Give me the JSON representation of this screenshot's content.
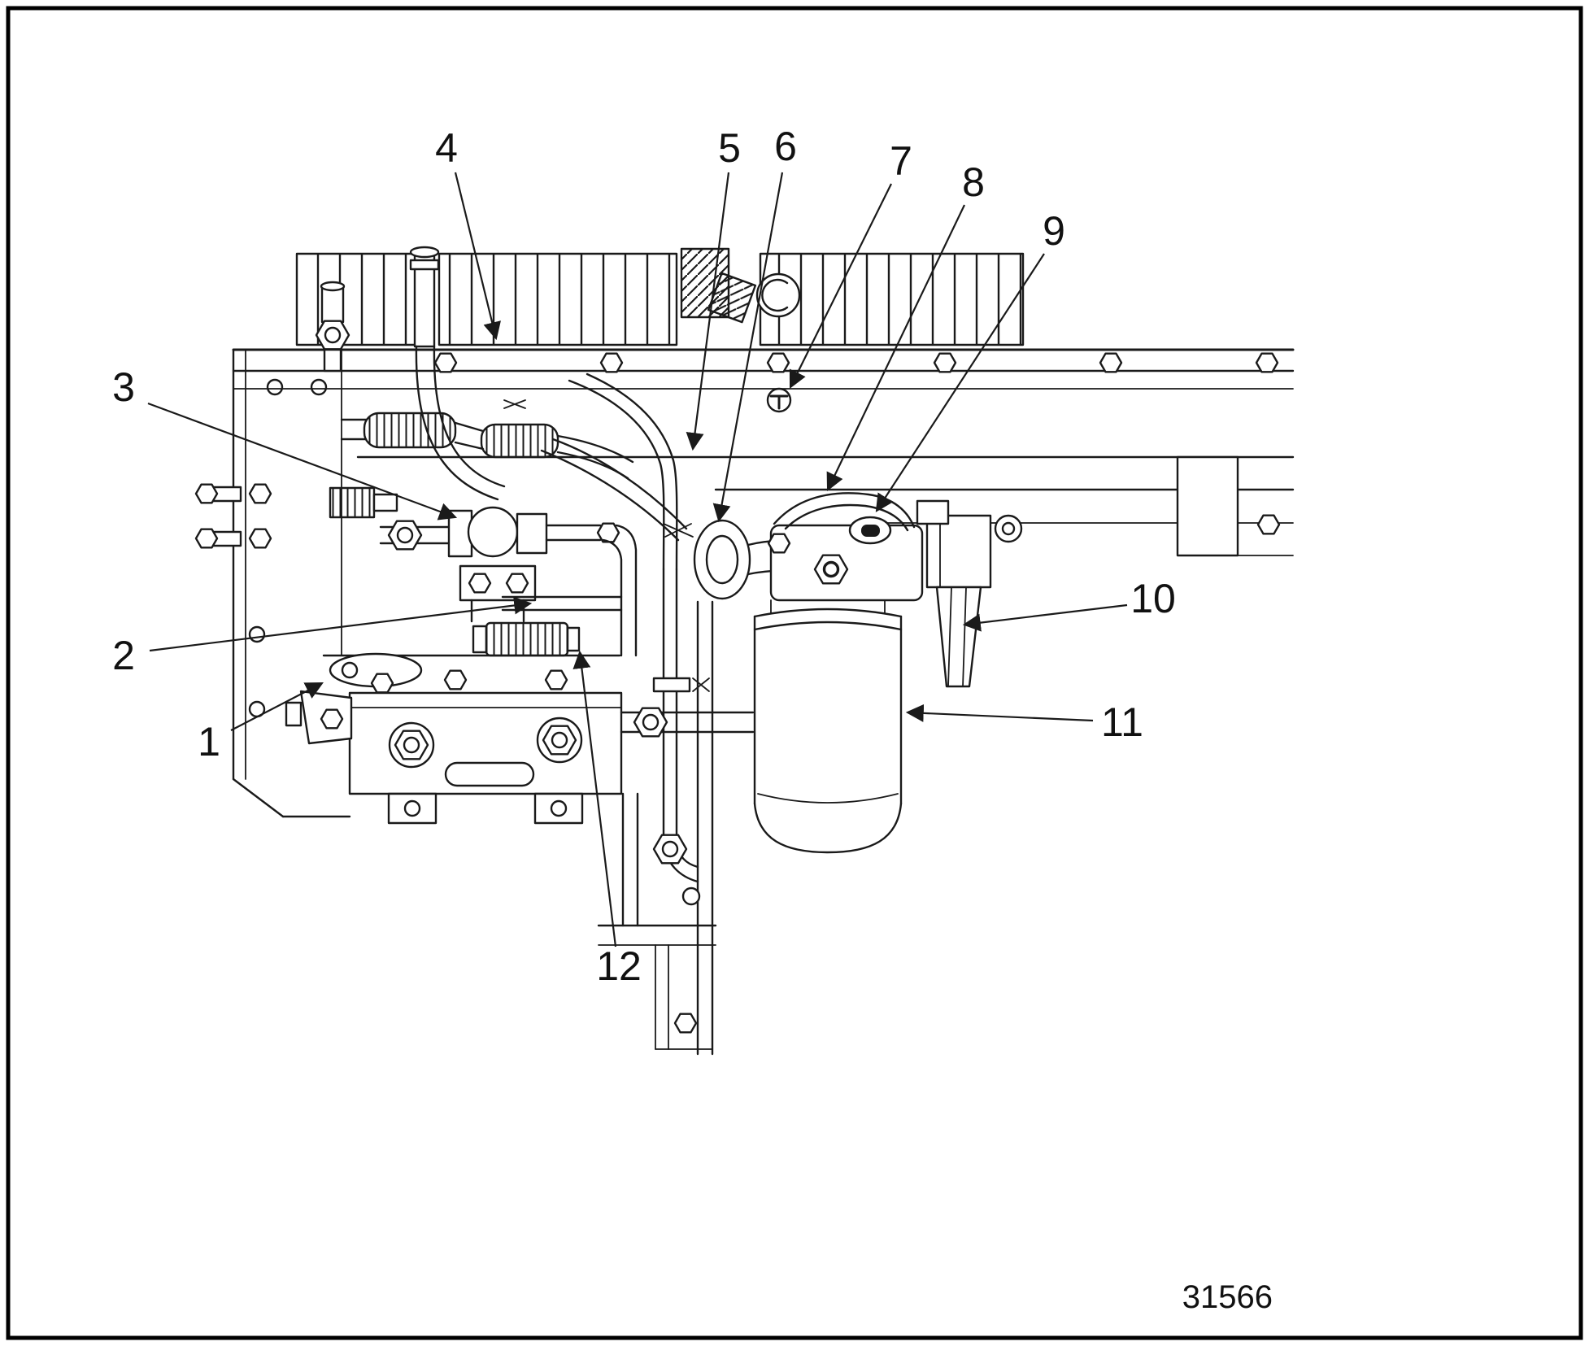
{
  "figure": {
    "number": "31566"
  },
  "colors": {
    "line": "#1a1a1a",
    "background": "#ffffff"
  },
  "callouts": [
    {
      "label": "1"
    },
    {
      "label": "2"
    },
    {
      "label": "3"
    },
    {
      "label": "4"
    },
    {
      "label": "5"
    },
    {
      "label": "6"
    },
    {
      "label": "7"
    },
    {
      "label": "8"
    },
    {
      "label": "9"
    },
    {
      "label": "10"
    },
    {
      "label": "11"
    },
    {
      "label": "12"
    }
  ]
}
